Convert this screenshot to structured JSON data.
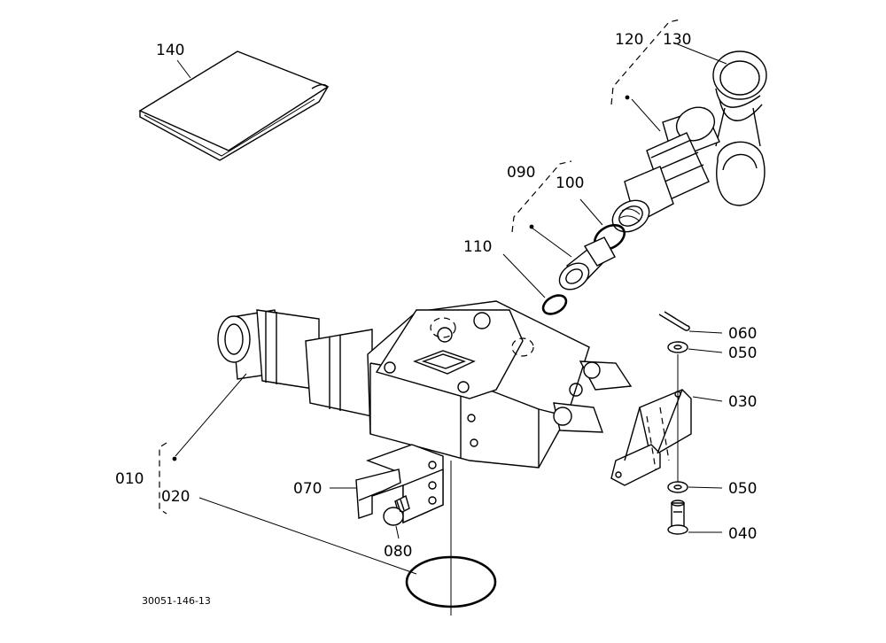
{
  "diagram_code": "30051-146-13",
  "parts": {
    "p010": "010",
    "p020": "020",
    "p030": "030",
    "p040": "040",
    "p050a": "050",
    "p050b": "050",
    "p060": "060",
    "p070": "070",
    "p080": "080",
    "p090": "090",
    "p100": "100",
    "p110": "110",
    "p120": "120",
    "p130": "130",
    "p140": "140"
  }
}
